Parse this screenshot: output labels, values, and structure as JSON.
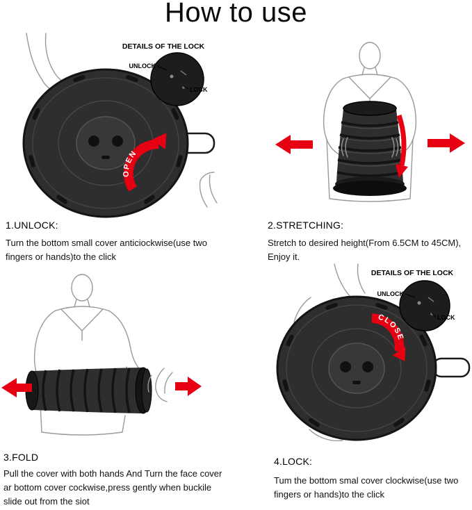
{
  "title": "How to use",
  "colors": {
    "arrow_red": "#e60012",
    "stool_dark": "#2e2e2e",
    "sketch_gray": "#9a9a9a"
  },
  "lock_detail": {
    "title": "DETAILS OF THE LOCK",
    "unlock": "UNLOCK",
    "lock": "LOCK"
  },
  "panels": {
    "unlock": {
      "heading": "1.UNLOCK:",
      "body": "Turn the bottom small cover anticiockwise(use two fingers or hands)to the click",
      "arrow_label": "OPEN"
    },
    "stretching": {
      "heading": "2.STRETCHING:",
      "body": "Stretch to desired height(From 6.5CM to 45CM), Enjoy it."
    },
    "fold": {
      "heading": "3.FOLD",
      "body": "Pull the cover with both hands And Turn the face cover ar bottom cover cockwise,press gently when buckile slide out from the siot"
    },
    "lock": {
      "heading": "4.LOCK:",
      "body": "Tum the bottom smal cover clockwise(use two fingers or hands)to the click",
      "arrow_label": "CLOSE"
    }
  }
}
